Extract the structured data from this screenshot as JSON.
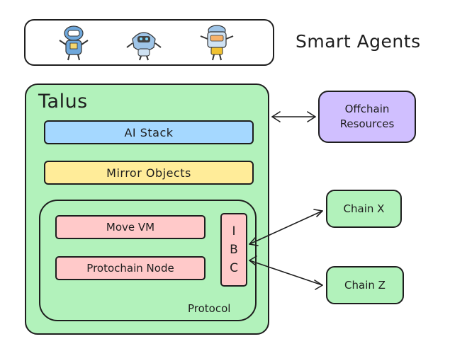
{
  "agents": {
    "title": "Smart Agents",
    "icons": [
      "robot-agent-icon",
      "helmet-robot-agent-icon",
      "dome-robot-agent-icon"
    ]
  },
  "talus": {
    "title": "Talus",
    "ai_stack": "AI Stack",
    "mirror_objects": "Mirror Objects",
    "protocol": {
      "label": "Protocol",
      "move_vm": "Move VM",
      "protochain_node": "Protochain Node",
      "ibc_letters": [
        "I",
        "B",
        "C"
      ]
    }
  },
  "external": {
    "offchain_line1": "Offchain",
    "offchain_line2": "Resources",
    "chain_x": "Chain X",
    "chain_z": "Chain Z"
  },
  "colors": {
    "green": "#b2f2bb",
    "blue": "#a5d8ff",
    "yellow": "#ffec99",
    "pink": "#ffc9c9",
    "purple": "#d0bfff",
    "stroke": "#1e1e1e"
  }
}
